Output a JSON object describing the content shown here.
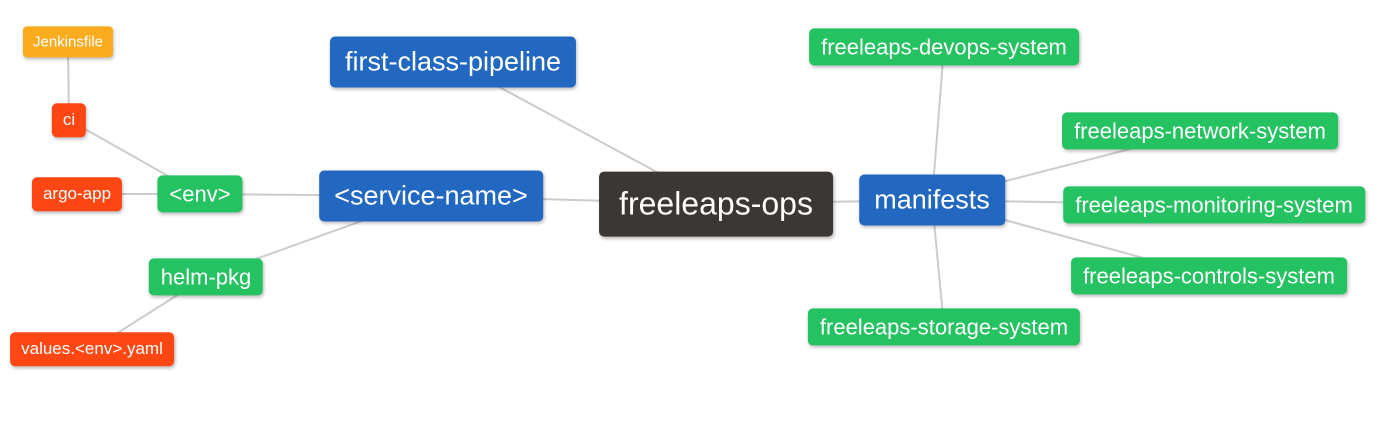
{
  "diagram": {
    "type": "mindmap",
    "root_label": "freeleaps-ops",
    "nodes": {
      "root": {
        "label": "freeleaps-ops",
        "level": "root"
      },
      "pipeline": {
        "label": "first-class-pipeline",
        "level": "branch"
      },
      "service": {
        "label": "<service-name>",
        "level": "branch"
      },
      "manifests": {
        "label": "manifests",
        "level": "branch"
      },
      "env": {
        "label": "<env>",
        "level": "section"
      },
      "helm": {
        "label": "helm-pkg",
        "level": "section"
      },
      "ci": {
        "label": "ci",
        "level": "item"
      },
      "argo": {
        "label": "argo-app",
        "level": "item"
      },
      "values": {
        "label": "values.<env>.yaml",
        "level": "item"
      },
      "jenkins": {
        "label": "Jenkinsfile",
        "level": "file"
      },
      "devops": {
        "label": "freeleaps-devops-system",
        "level": "section"
      },
      "network": {
        "label": "freeleaps-network-system",
        "level": "section"
      },
      "monitoring": {
        "label": "freeleaps-monitoring-system",
        "level": "section"
      },
      "controls": {
        "label": "freeleaps-controls-system",
        "level": "section"
      },
      "storage": {
        "label": "freeleaps-storage-system",
        "level": "section"
      }
    },
    "edges": [
      [
        "root",
        "pipeline"
      ],
      [
        "root",
        "service"
      ],
      [
        "root",
        "manifests"
      ],
      [
        "service",
        "env"
      ],
      [
        "service",
        "helm"
      ],
      [
        "env",
        "ci"
      ],
      [
        "env",
        "argo"
      ],
      [
        "ci",
        "jenkins"
      ],
      [
        "helm",
        "values"
      ],
      [
        "manifests",
        "devops"
      ],
      [
        "manifests",
        "network"
      ],
      [
        "manifests",
        "monitoring"
      ],
      [
        "manifests",
        "controls"
      ],
      [
        "manifests",
        "storage"
      ]
    ]
  },
  "palette": {
    "root_node": "#3b3735",
    "branch": "#2368c0",
    "section": "#25c262",
    "item": "#ff4714",
    "file": "#fbab1e",
    "edge": "#cccccc",
    "canvas": "#ffffff",
    "label": "#ffffff"
  }
}
